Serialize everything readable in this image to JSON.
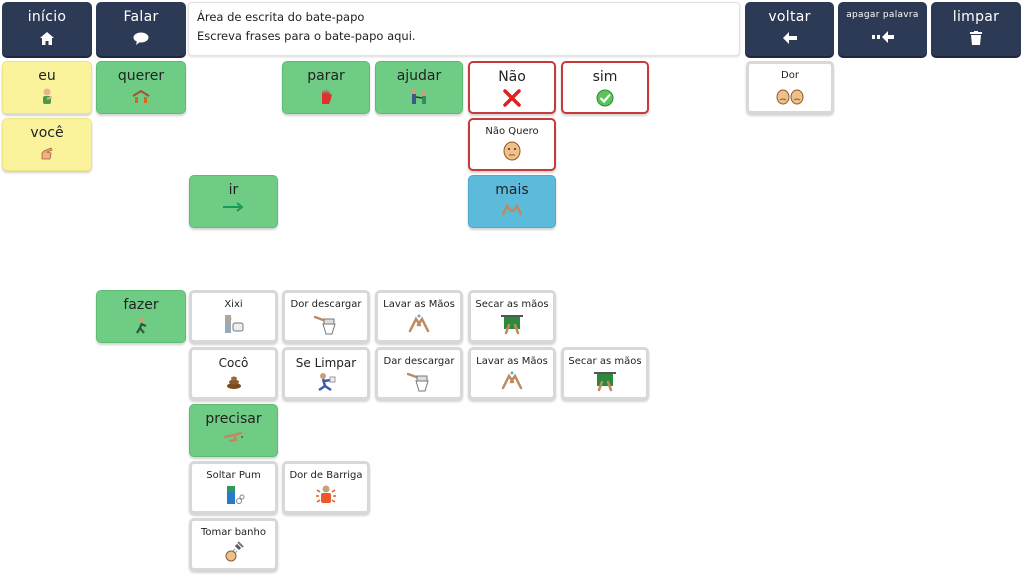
{
  "nav": {
    "inicio": "início",
    "falar": "Falar",
    "voltar": "voltar",
    "apagar": "apagar palavra",
    "limpar": "limpar"
  },
  "chat": {
    "line1": "Área de escrita do bate-papo",
    "line2": "Escreva frases para o bate-papo aqui."
  },
  "tiles": {
    "eu": "eu",
    "voce": "você",
    "querer": "querer",
    "parar": "parar",
    "ajudar": "ajudar",
    "nao": "Não",
    "sim": "sim",
    "dor": "Dor",
    "nao_quero": "Não Quero",
    "ir": "ir",
    "mais": "mais",
    "fazer": "fazer",
    "xixi": "Xixi",
    "dor_descargar_1": "Dor descargar",
    "lavar_maos_1": "Lavar as Mãos",
    "secar_maos_1": "Secar as mãos",
    "coco": "Cocô",
    "se_limpar": "Se Limpar",
    "dar_descargar": "Dar descargar",
    "lavar_maos_2": "Lavar as Mãos",
    "secar_maos_2": "Secar as mãos",
    "precisar": "precisar",
    "soltar_pum": "Soltar Pum",
    "dor_barriga": "Dor de Barriga",
    "tomar_banho": "Tomar banho"
  },
  "colors": {
    "nav": "#2c3a55",
    "person": "#fbf39b",
    "verb": "#6fcc85",
    "social": "#5cbadb",
    "negation_border": "#c83a3a"
  }
}
